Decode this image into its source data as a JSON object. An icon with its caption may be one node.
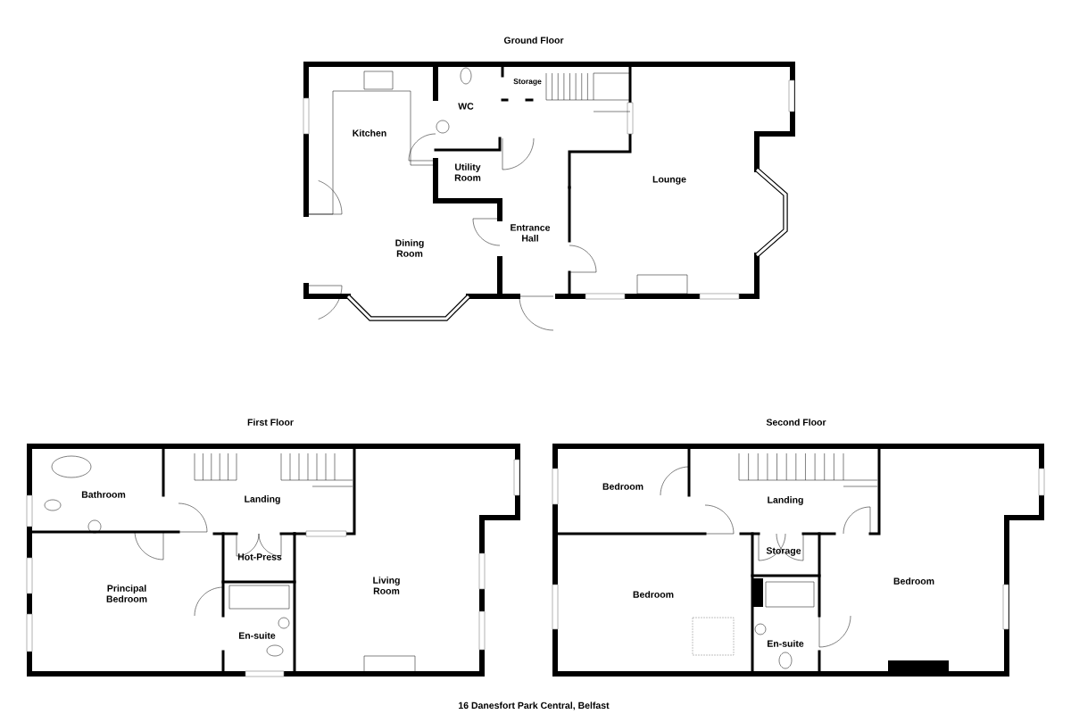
{
  "diagram": {
    "caption": "16 Danesfort Park Central, Belfast",
    "labels": [
      "Ground Floor",
      "Kitchen",
      "WC",
      "Storage",
      "Utility Room",
      "Lounge",
      "Entrance Hall",
      "Dining Room",
      "First Floor",
      "Bathroom",
      "Landing",
      "Hot-Press",
      "Principal Bedroom",
      "Living Room",
      "En-suite",
      "Second Floor",
      "Bedroom",
      "Landing",
      "Storage",
      "Bedroom",
      "Bedroom",
      "En-suite"
    ]
  }
}
